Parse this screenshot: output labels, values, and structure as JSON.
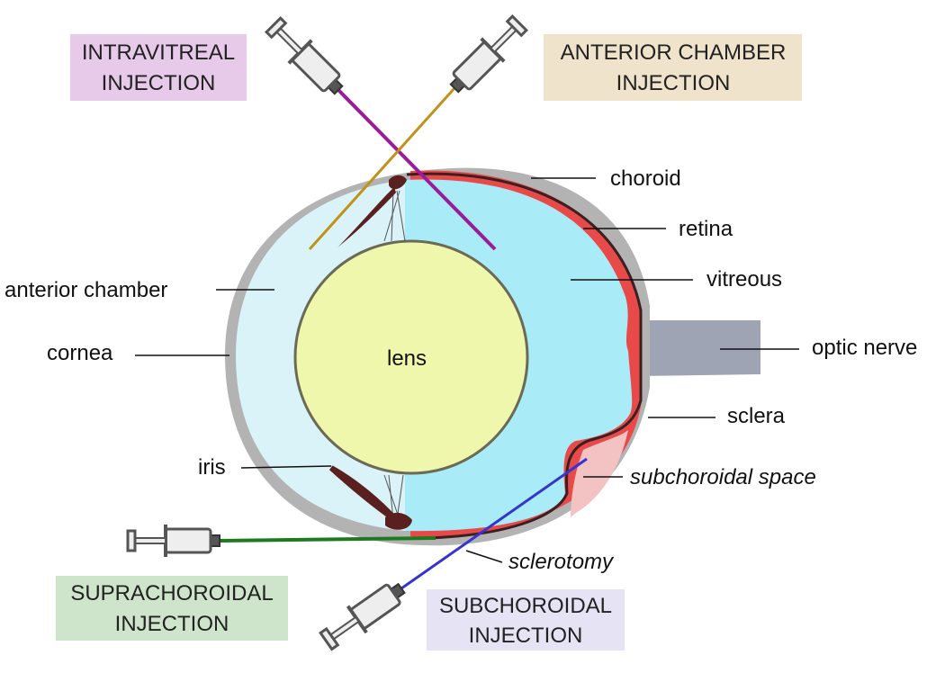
{
  "labels": {
    "choroid": "choroid",
    "retina": "retina",
    "vitreous": "vitreous",
    "anterior_chamber": "anterior chamber",
    "optic_nerve": "optic nerve",
    "cornea": "cornea",
    "lens": "lens",
    "sclera": "sclera",
    "iris": "iris",
    "subchoroidal_space": "subchoroidal space",
    "sclerotomy": "sclerotomy"
  },
  "injections": {
    "intravitreal": {
      "line1": "INTRAVITREAL",
      "line2": "INJECTION",
      "box_color": "#e7c9ea",
      "needle_color": "#9b1c9b"
    },
    "anterior_chamber": {
      "line1": "ANTERIOR CHAMBER",
      "line2": "INJECTION",
      "box_color": "#efe4cb",
      "needle_color": "#c0921a"
    },
    "suprachoroidal": {
      "line1": "SUPRACHOROIDAL",
      "line2": "INJECTION",
      "box_color": "#cfe5cb",
      "needle_color": "#1e7a1e"
    },
    "subchoroidal": {
      "line1": "SUBCHOROIDAL",
      "line2": "INJECTION",
      "box_color": "#e6e4f4",
      "needle_color": "#3434d0"
    }
  },
  "colors": {
    "sclera": "#b3b3b3",
    "anterior_chamber": "#daf3f8",
    "vitreous": "#a9ecf7",
    "retina": "#e84a4a",
    "lens": "#eff7ac",
    "optic_nerve": "#9ea4b4",
    "iris": "#5a2020",
    "subchoroidal_space": "#f3c3c3"
  }
}
